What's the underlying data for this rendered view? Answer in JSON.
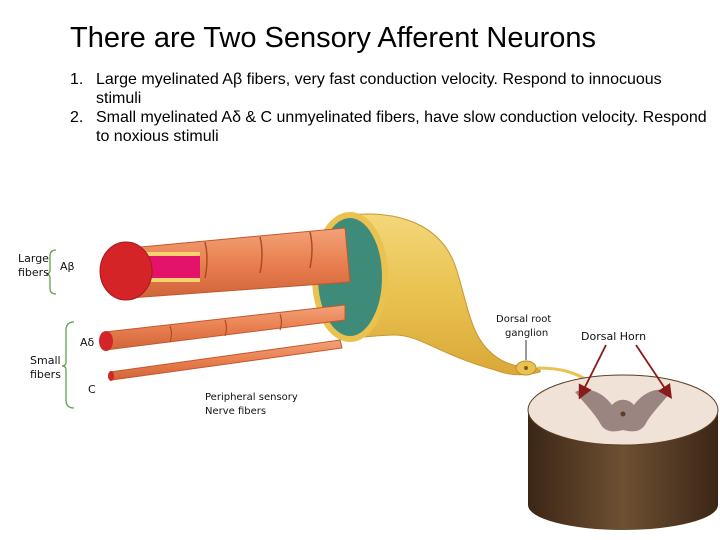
{
  "title": "There are Two Sensory Afferent Neurons",
  "points": [
    {
      "num": "1.",
      "text": "Large myelinated Aβ fibers, very fast conduction velocity. Respond to innocuous stimuli"
    },
    {
      "num": "2.",
      "text": "Small myelinated Aδ & C unmyelinated fibers, have slow conduction velocity. Respond to noxious stimuli"
    }
  ],
  "diagram": {
    "large_fibers_line1": "Large",
    "large_fibers_line2": "fibers",
    "a_beta": "Aβ",
    "a_delta": "Aδ",
    "small_fibers_line1": "Small",
    "small_fibers_line2": "fibers",
    "c_fiber": "C",
    "peripheral_line1": "Peripheral sensory",
    "peripheral_line2": "Nerve fibers",
    "drg_line1": "Dorsal root",
    "drg_line2": "ganglion",
    "dorsal_horn": "Dorsal Horn"
  },
  "colors": {
    "nerve_sheath": "#e9c24f",
    "fascicle": "#3f8b7a",
    "fiber_orange": "#e98050",
    "axon_red": "#d42427",
    "axon_magenta": "#e3126b",
    "spinal_grey_matter": "#9b8580",
    "spinal_side": "#5b3f26",
    "arrow": "#8b1a1a",
    "bracket": "#5ea14e"
  }
}
